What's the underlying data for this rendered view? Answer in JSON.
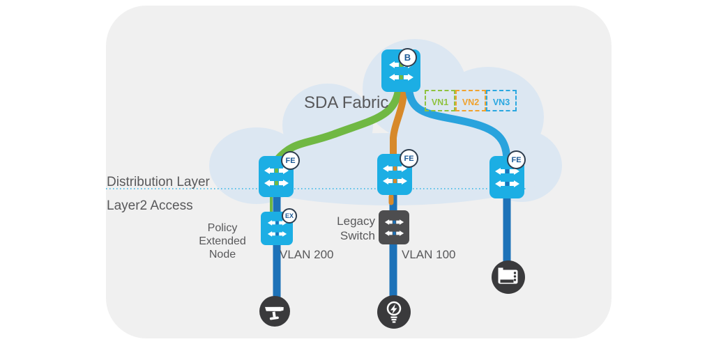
{
  "diagram": {
    "cloud_label": "SDA Fabric",
    "layer_labels": {
      "distribution": "Distribution Layer",
      "access": "Layer2 Access"
    },
    "node_labels": {
      "policy_extended_node": "Policy Extended Node",
      "legacy_switch": "Legacy Switch",
      "vlan_left": "VLAN 200",
      "vlan_middle": "VLAN 100"
    },
    "badges": {
      "border": "B",
      "fabric_edge": "FE",
      "extended_node": "EX"
    },
    "vns": [
      {
        "label": "VN1",
        "color": "#8fc23f"
      },
      {
        "label": "VN2",
        "color": "#f0a22e"
      },
      {
        "label": "VN3",
        "color": "#2aa7e0"
      }
    ],
    "colors": {
      "panel": "#f0f0f0",
      "cloud": "#dce7f2",
      "text": "#58585a",
      "switch_blue": "#1caee4",
      "legacy_gray": "#4d4d4f",
      "endpoint_dark": "#3a3a3c",
      "link_green": "#70b843",
      "link_orange": "#d7892a",
      "link_fabric_blue": "#29a3dd",
      "link_access_blue": "#1d72b8",
      "dotted_line": "#55bfe8",
      "badge_text": "#1d5a96",
      "badge_border": "#2e3d4e"
    }
  }
}
